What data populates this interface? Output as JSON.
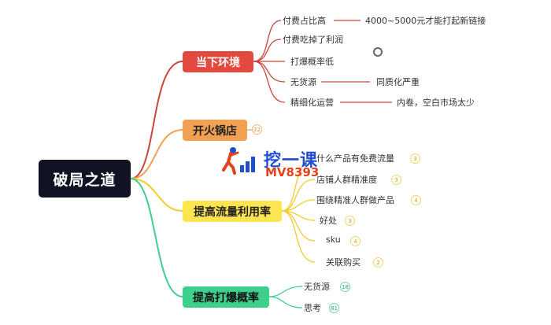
{
  "root": {
    "label": "破局之道"
  },
  "branches": [
    {
      "label": "当下环境",
      "color": "#e24a3f",
      "children": [
        {
          "label": "付费占比高",
          "note": "4000~5000元才能打起新链接"
        },
        {
          "label": "付费吃掉了利润"
        },
        {
          "label": "打爆概率低"
        },
        {
          "label": "无货源",
          "note": "同质化严重"
        },
        {
          "label": "精细化运营",
          "note": "内卷，空白市场太少"
        }
      ]
    },
    {
      "label": "开火锅店",
      "color": "#f2a052",
      "badge": "22",
      "children": []
    },
    {
      "label": "提高流量利用率",
      "color": "#fde451",
      "children": [
        {
          "label": "什么产品有免费流量",
          "badge": "3"
        },
        {
          "label": "店铺人群精准度",
          "badge": "3"
        },
        {
          "label": "围绕精准人群做产品",
          "badge": "4"
        },
        {
          "label": "好处",
          "badge": "3"
        },
        {
          "label": "sku",
          "badge": "4"
        },
        {
          "label": "关联购买",
          "badge": "2"
        }
      ]
    },
    {
      "label": "提高打爆概率",
      "color": "#3fcf8c",
      "children": [
        {
          "label": "无货源",
          "badge": "18"
        },
        {
          "label": "思考",
          "badge": "81"
        }
      ]
    }
  ],
  "watermark": {
    "title": "挖一课",
    "sub": "MV8393"
  }
}
